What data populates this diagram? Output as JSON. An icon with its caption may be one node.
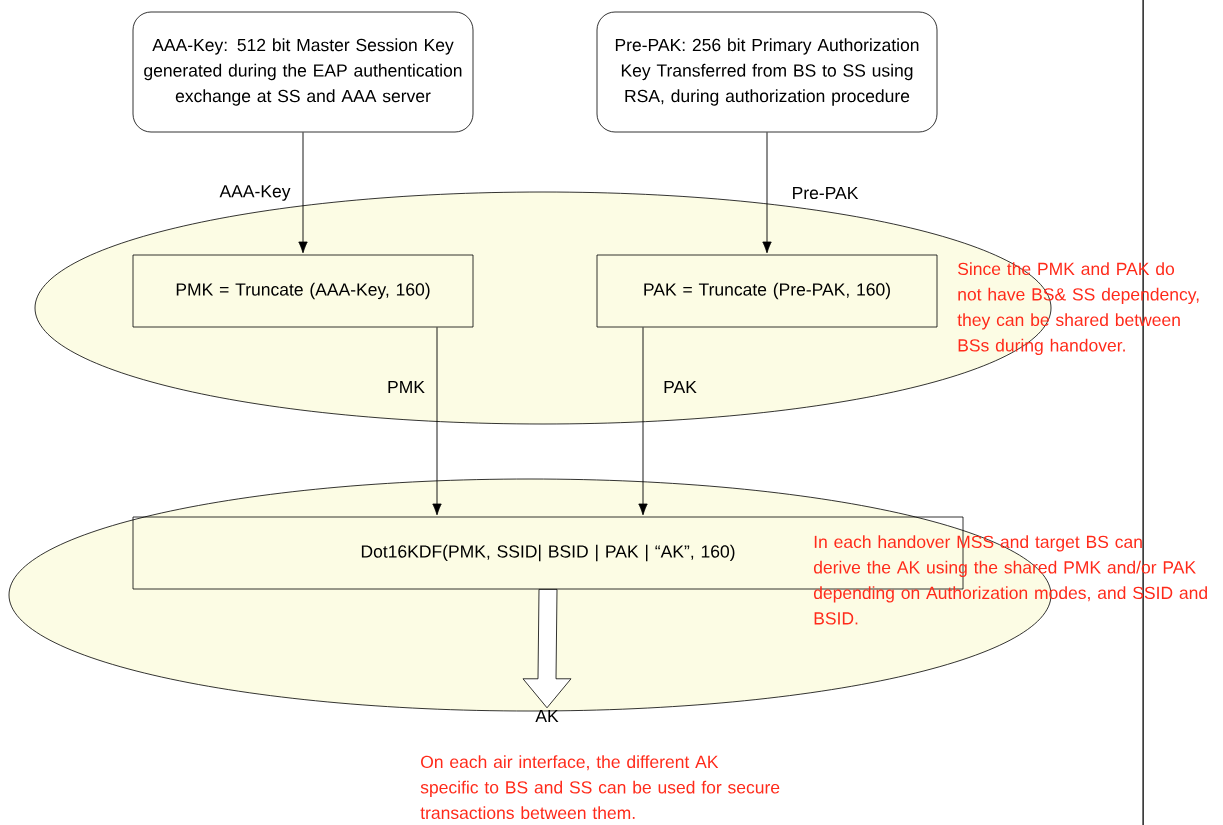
{
  "diagram": {
    "nodes": [
      {
        "text": [
          "AAA-Key: 512 bit Master Session Key generated during the EAP authentication exchange at SS and AAA server"
        ]
      },
      {
        "text": [
          "Pre-PAK: 256 bit Primary Authorization Key Transferred from BS to SS using RSA, during authorization procedure"
        ]
      },
      {
        "text": [],
        "shape": "ellipse"
      },
      {
        "text": [
          "PMK = Truncate (AAA-Key, 160)"
        ],
        "in": 2
      },
      {
        "text": [
          "PAK = Truncate (Pre-PAK, 160)"
        ],
        "in": 2
      },
      {
        "text": [],
        "shape": "ellipse"
      },
      {
        "text": [
          "Dot16KDF(PMK, SSID| BSID | PAK | “AK”, 160)"
        ],
        "in": 5
      },
      {
        "text": [
          "AK"
        ]
      }
    ],
    "edges": [
      {
        "from": 0,
        "to": 3,
        "arrow": "to",
        "label": "AAA-Key"
      },
      {
        "from": 1,
        "to": 4,
        "arrow": "to",
        "label": "Pre-PAK"
      },
      {
        "from": 3,
        "to": 6,
        "arrow": "to",
        "label": "PMK"
      },
      {
        "from": 4,
        "to": 6,
        "arrow": "to",
        "label": "PAK"
      },
      {
        "from": 6,
        "to": 7,
        "arrow": "to",
        "style": "thick"
      }
    ],
    "labels": [
      "Since the PMK and PAK do not have BS& SS dependency, they can be shared between BSs during handover.",
      "In each handover MSS and target BS can derive the AK using the shared PMK and/or PAK depending on Authorization modes, and SSID and BSID.",
      "On each air interface, the different AK specific to BS and SS can be used for secure transactions between them."
    ]
  }
}
